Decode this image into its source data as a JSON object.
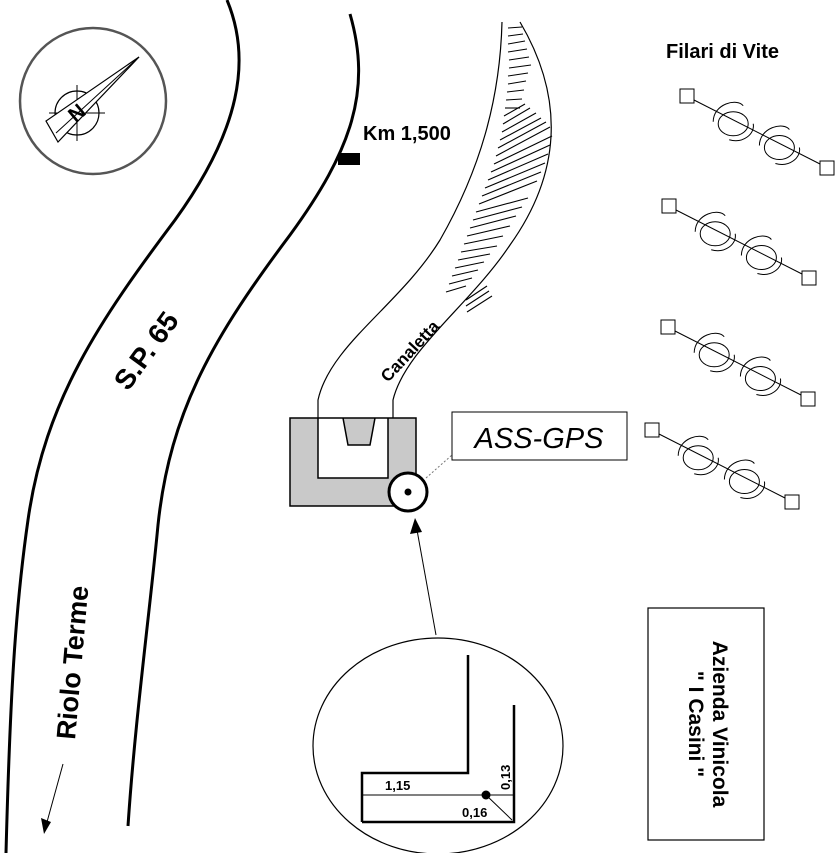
{
  "labels": {
    "road": "S.P. 65",
    "direction": "Riolo Terme",
    "km_marker": "Km 1,500",
    "canal": "Canaletta",
    "benchmark": "ASS-GPS",
    "vineyard_title": "Filari di Vite",
    "compass_letter": "N"
  },
  "detail": {
    "width": "1,15",
    "offset_x": "0,16",
    "offset_y": "0,13"
  },
  "winery": {
    "line1": "Azienda Vinicola",
    "line2": "\" I Casini \""
  },
  "vine_rows": 4
}
